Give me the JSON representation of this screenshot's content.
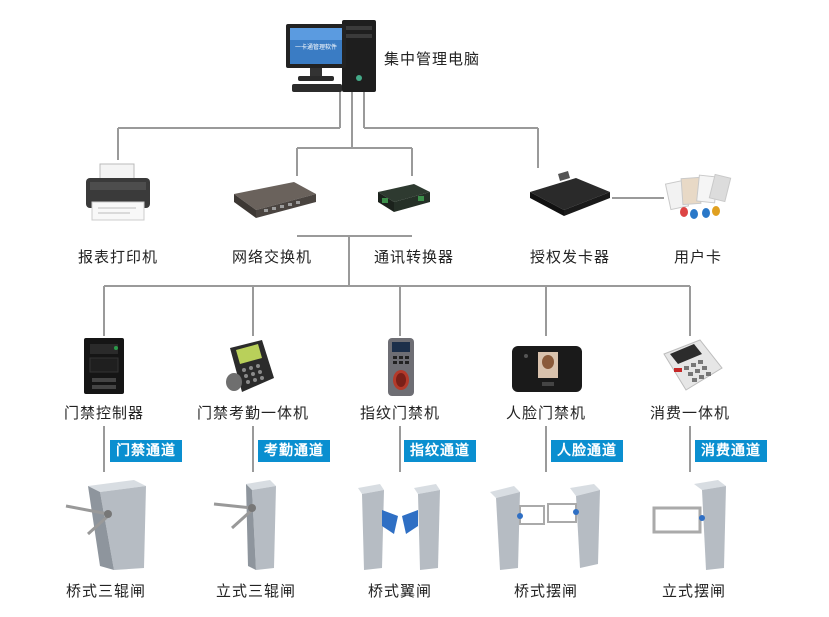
{
  "top": {
    "label": "集中管理电脑",
    "screen_text": "一卡通管理软件"
  },
  "peripherals": {
    "printer": "报表打印机",
    "switch": "网络交换机",
    "converter": "通讯转换器",
    "issuer": "授权发卡器",
    "cards": "用户卡"
  },
  "terminals": [
    {
      "label": "门禁控制器",
      "channel": "门禁通道",
      "gate": "桥式三辊闸"
    },
    {
      "label": "门禁考勤一体机",
      "channel": "考勤通道",
      "gate": "立式三辊闸"
    },
    {
      "label": "指纹门禁机",
      "channel": "指纹通道",
      "gate": "桥式翼闸"
    },
    {
      "label": "人脸门禁机",
      "channel": "人脸通道",
      "gate": "桥式摆闸"
    },
    {
      "label": "消费一体机",
      "channel": "消费通道",
      "gate": "立式摆闸"
    }
  ],
  "colors": {
    "line": "#9a9a9a",
    "badge": "#0a8fd0",
    "badge_text": "#ffffff",
    "text": "#222222"
  }
}
